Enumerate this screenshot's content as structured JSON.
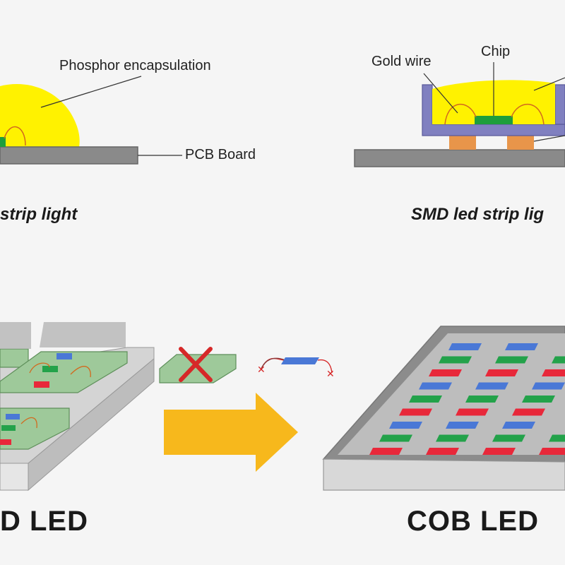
{
  "top_left": {
    "labels": {
      "phosphor": "Phosphor encapsulation",
      "pcb": "PCB Board"
    },
    "caption": "strip light"
  },
  "top_right": {
    "labels": {
      "gold_wire": "Gold wire",
      "chip": "Chip"
    },
    "caption": "SMD led strip lig"
  },
  "bottom": {
    "left_title": "D LED",
    "right_title": "COB LED"
  },
  "colors": {
    "phosphor": "#fff200",
    "pcb": "#8a8a8a",
    "chip": "#1e9e3c",
    "bracket": "#8080c0",
    "pad": "#e8954a",
    "wire": "#d2691e",
    "arrow": "#f7b81c",
    "cross": "#d62828",
    "led_red": "#e8283a",
    "led_green": "#23a24a",
    "led_blue": "#4a78d6"
  }
}
